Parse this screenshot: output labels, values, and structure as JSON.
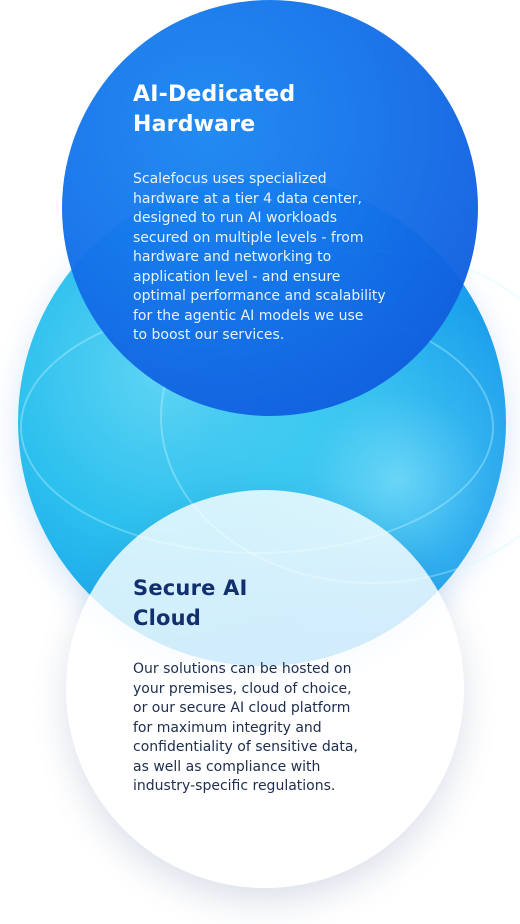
{
  "cards": [
    {
      "title_lines": [
        "AI-Dedicated",
        "Hardware"
      ],
      "body_lines": [
        "Scalefocus uses specialized",
        "hardware at a tier 4 data center,",
        "designed to run AI workloads",
        "secured on multiple levels - from",
        "hardware and networking to",
        "application level - and ensure",
        "optimal performance and scalability",
        "for the agentic AI models we use",
        "to boost our services."
      ]
    },
    {
      "title_lines": [
        "Secure AI",
        "Cloud"
      ],
      "body_lines": [
        "Our solutions can be hosted on",
        "your premises, cloud of choice,",
        "or our secure AI cloud platform",
        "for maximum integrity and",
        "confidentiality of sensitive data,",
        "as well as compliance with",
        "industry-specific regulations."
      ]
    }
  ],
  "colors": {
    "top_circle": "#1474ea",
    "middle_circle": "#2cc0ee",
    "bottom_circle": "#ffffff",
    "top_text": "#ffffff",
    "bottom_title": "#12306e",
    "bottom_text": "#1d2d4e"
  }
}
